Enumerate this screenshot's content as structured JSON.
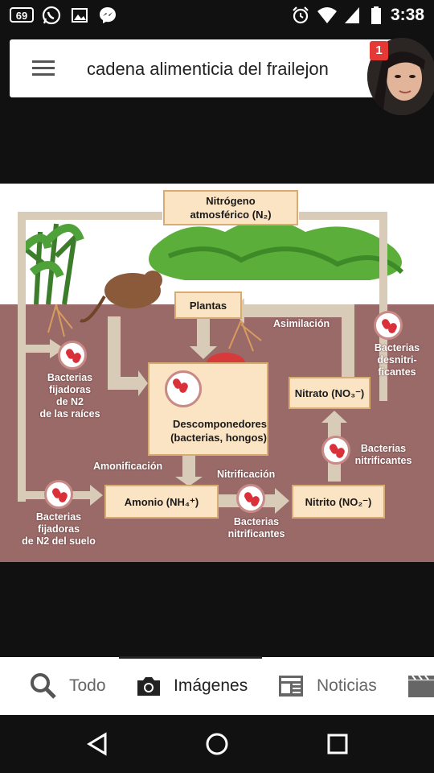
{
  "status_bar": {
    "notification_count": "69",
    "time": "3:38"
  },
  "search": {
    "query": "cadena alimenticia del frailejon",
    "notification_badge": "1"
  },
  "diagram": {
    "nitrogen_box": [
      "Nitrógeno",
      "atmosférico (N₂)"
    ],
    "plantas": "Plantas",
    "asimilacion": "Asimilación",
    "bact_desnitri": [
      "Bacterias",
      "desnitri-",
      "ficantes"
    ],
    "bact_fijadoras_raices": [
      "Bacterias",
      "fijadoras",
      "de N2",
      "de las raíces"
    ],
    "descomponedores": [
      "Descomponedores",
      "(bacterias, hongos)"
    ],
    "nitrato": "Nitrato (NO₃⁻)",
    "bact_nitrificantes_right": [
      "Bacterias",
      "nitrificantes"
    ],
    "amonificacion": "Amonificación",
    "nitrificacion": "Nitrificación",
    "amonio": "Amonio (NH₄⁺)",
    "nitrito": "Nitrito (NO₂⁻)",
    "bact_fijadoras_suelo": [
      "Bacterias",
      "fijadoras",
      "de N2 del suelo"
    ],
    "bact_nitrificantes_bottom": [
      "Bacterias",
      "nitrificantes"
    ]
  },
  "tabs": [
    {
      "label": "Todo",
      "icon": "search-icon"
    },
    {
      "label": "Imágenes",
      "icon": "camera-icon",
      "active": true
    },
    {
      "label": "Noticias",
      "icon": "news-icon"
    },
    {
      "label": "",
      "icon": "video-icon"
    }
  ]
}
